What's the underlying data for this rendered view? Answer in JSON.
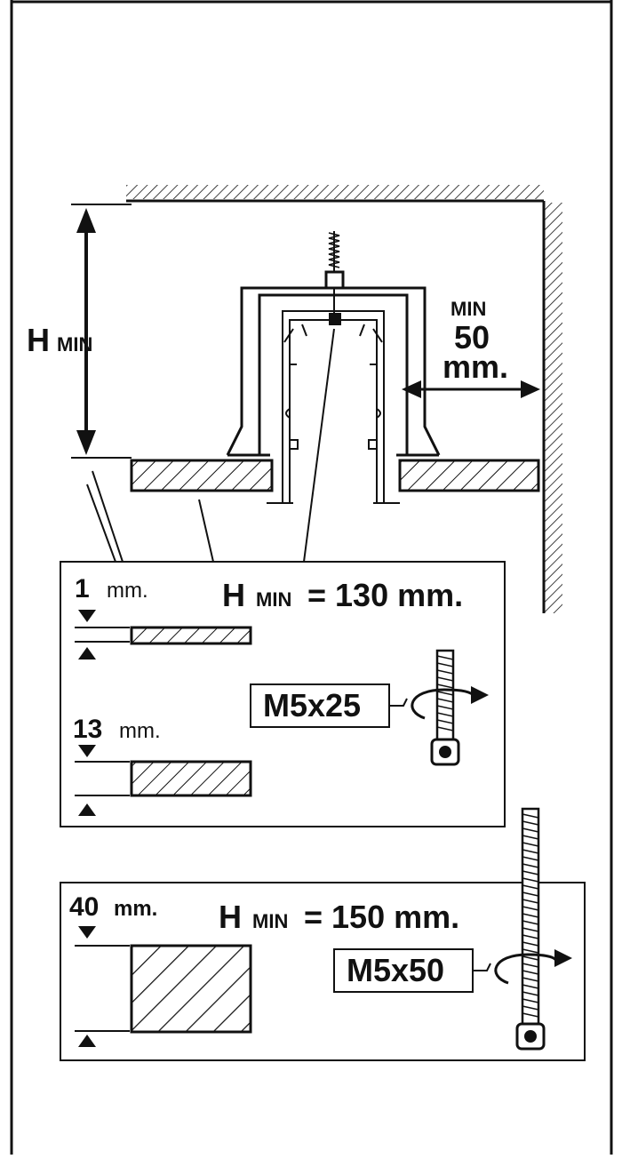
{
  "top": {
    "h_label": "H",
    "h_sub": "MIN",
    "clearance": {
      "line1": "MIN",
      "line2": "50",
      "line3": "mm."
    }
  },
  "panel1": {
    "thin_thickness": "1",
    "thin_unit": "mm.",
    "thick_thickness": "13",
    "thick_unit": "mm.",
    "h_label": "H",
    "h_sub": "MIN",
    "h_value": "= 130 mm.",
    "screw": "M5x25"
  },
  "panel2": {
    "thickness": "40",
    "unit": "mm.",
    "h_label": "H",
    "h_sub": "MIN",
    "h_value": "= 150 mm.",
    "screw": "M5x50"
  },
  "colors": {
    "ink": "#111111",
    "paper": "#ffffff"
  }
}
